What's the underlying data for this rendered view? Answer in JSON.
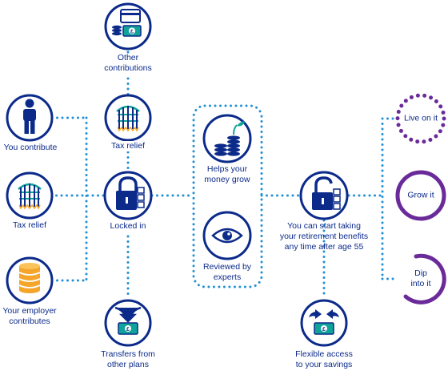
{
  "colors": {
    "navy": "#0b2a8a",
    "dots": "#1f8fd6",
    "accent": "#2aa7e0",
    "gold": "#f4a52a",
    "green": "#0fa39a",
    "purple": "#6a2a9a"
  },
  "nodes": {
    "other_contributions": {
      "icon": "card-and-coins-icon",
      "label": "Other contributions"
    },
    "you_contribute": {
      "icon": "person-icon",
      "label": "You contribute"
    },
    "tax_relief_left": {
      "icon": "portcullis-icon",
      "label": "Tax relief"
    },
    "employer_contributes": {
      "icon": "coin-stack-icon",
      "label": "Your employer contributes"
    },
    "tax_relief_top": {
      "icon": "portcullis-icon",
      "label": "Tax relief"
    },
    "locked_in": {
      "icon": "padlock-icon",
      "label": "Locked in"
    },
    "transfers": {
      "icon": "transfer-arrows-icon",
      "label": "Transfers from other plans"
    },
    "money_grow": {
      "icon": "growing-coins-icon",
      "label": "Helps your money grow"
    },
    "reviewed": {
      "icon": "eye-icon",
      "label": "Reviewed by experts"
    },
    "retirement": {
      "icon": "open-padlock-icon",
      "label_lines": [
        "You can start taking",
        "your retirement benefits",
        "any time after age 55"
      ]
    },
    "flexible_access": {
      "icon": "transfer-arrows-icon",
      "label": "Flexible access to your savings"
    }
  },
  "outcomes": {
    "live_on_it": "Live on it",
    "grow_it": "Grow it",
    "dip_into_it": "Dip into it"
  }
}
